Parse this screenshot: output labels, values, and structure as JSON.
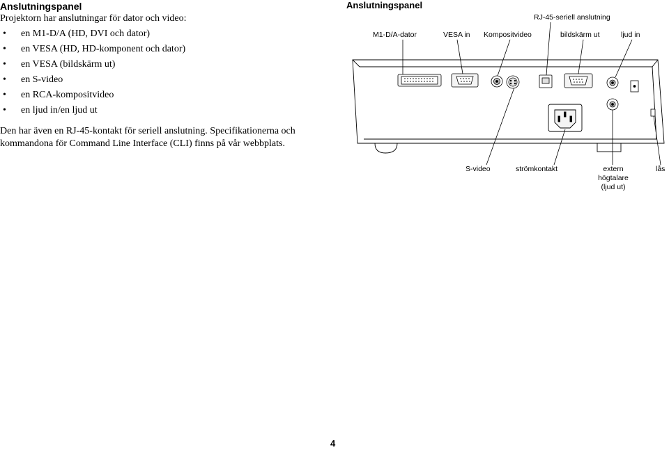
{
  "heading": "Anslutningspanel",
  "intro": "Projektorn har anslutningar för dator och video:",
  "bullets": [
    "en M1-D/A (HD, DVI och dator)",
    "en VESA (HD, HD-komponent och dator)",
    "en VESA (bildskärm ut)",
    "en S-video",
    "en RCA-kompositvideo",
    "en ljud in/en ljud ut"
  ],
  "paragraph": "Den har även en RJ-45-kontakt för seriell anslutning. Specifikationerna och kommandona för Command Line Interface (CLI) finns på vår webbplats.",
  "diagram": {
    "title": "Anslutningspanel",
    "labels": {
      "rj45": "RJ-45-seriell anslutning",
      "m1da": "M1-D/A-dator",
      "vesa_in": "VESA in",
      "composite": "Kompositvideo",
      "monitor_out": "bildskärm ut",
      "audio_in": "ljud in",
      "svideo": "S-video",
      "power": "strömkontakt",
      "speaker_line1": "extern",
      "speaker_line2": "högtalare",
      "speaker_line3": "(ljud ut)",
      "lock": "lås"
    }
  },
  "page_number": "4"
}
